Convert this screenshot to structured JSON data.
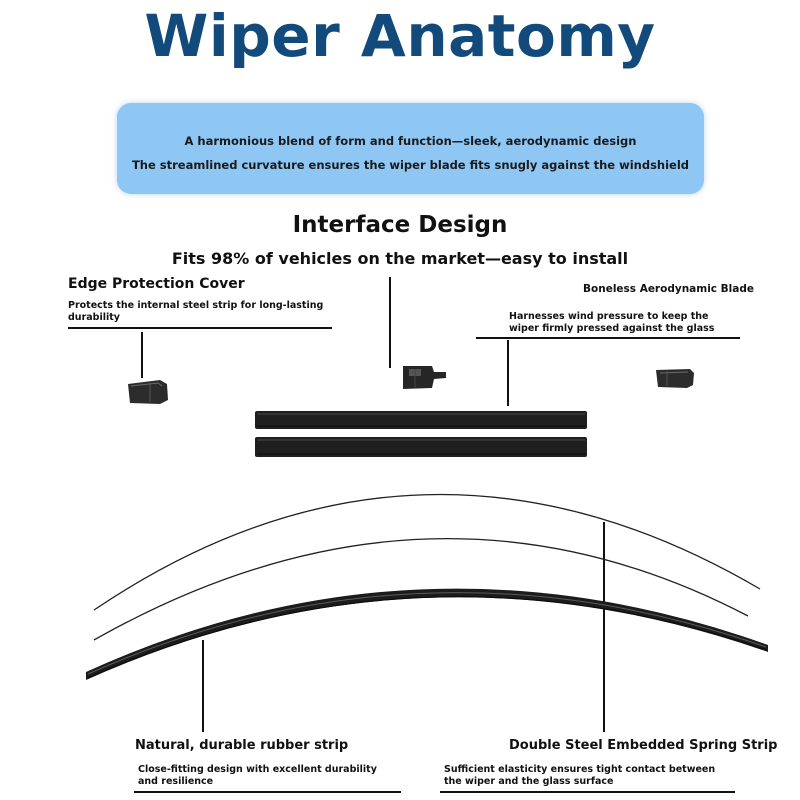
{
  "title": "Wiper Anatomy",
  "banner": {
    "line1": "A harmonious blend of form and function—sleek, aerodynamic design",
    "line2": "The streamlined curvature ensures the wiper blade fits snugly against the windshield"
  },
  "interface": {
    "heading": "Interface Design",
    "subheading": "Fits 98% of vehicles on the market—easy to install"
  },
  "callouts": {
    "edge_cover": {
      "title": "Edge Protection Cover",
      "desc": "Protects the internal steel strip for long-lasting durability"
    },
    "boneless_blade": {
      "title": "Boneless Aerodynamic Blade",
      "desc": "Harnesses wind pressure to keep the wiper firmly pressed against the glass"
    },
    "rubber_strip": {
      "title": "Natural, durable rubber strip",
      "desc": "Close-fitting design with excellent durability and resilience"
    },
    "spring_strip": {
      "title": "Double Steel Embedded Spring Strip",
      "desc": "Sufficient elasticity ensures tight contact between the wiper and the glass surface"
    }
  },
  "colors": {
    "title": "#134a7c",
    "banner": "#8ec6f4"
  }
}
